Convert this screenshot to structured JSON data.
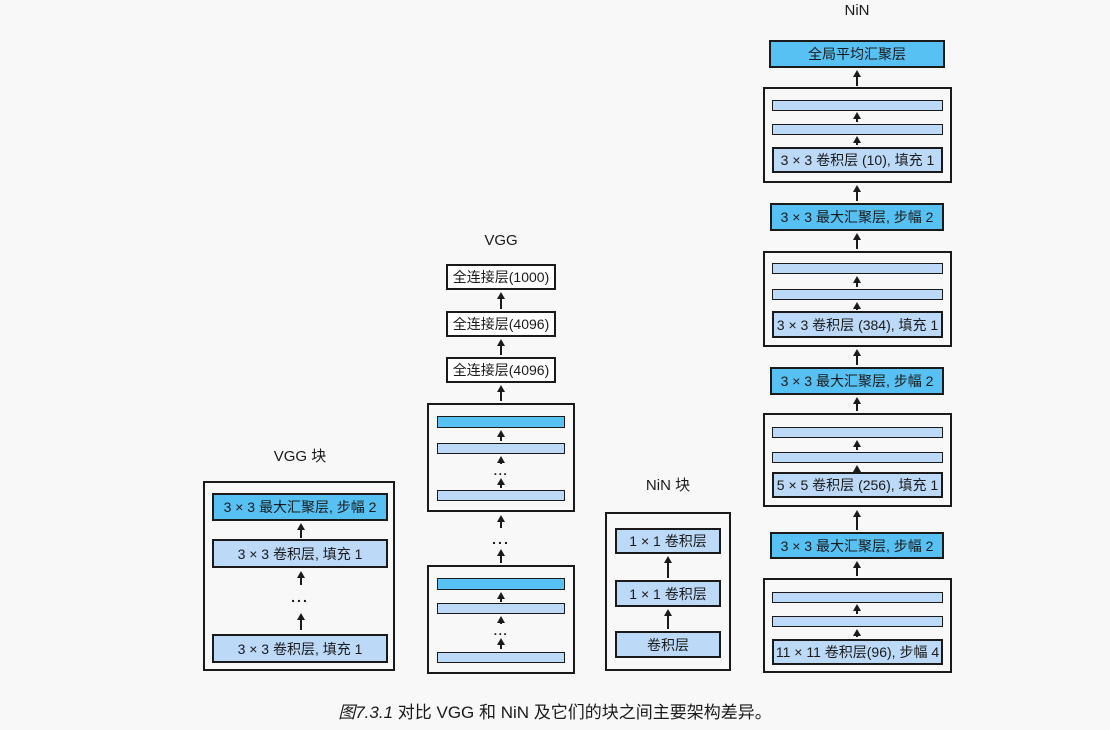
{
  "background": "#f8f8f8",
  "colors": {
    "pool_fill": "#57c1f3",
    "conv_fill": "#bcd9f7",
    "fc_fill": "#ffffff",
    "border": "#1a1a1a"
  },
  "ellipsis": "...",
  "vgg_block": {
    "title": "VGG 块",
    "pool": "3 × 3 最大汇聚层, 步幅 2",
    "conv": "3 × 3 卷积层, 填充 1"
  },
  "vgg": {
    "title": "VGG",
    "fc_top": "全连接层(1000)",
    "fc_mid": "全连接层(4096)",
    "fc_bottom": "全连接层(4096)"
  },
  "nin_block": {
    "title": "NiN 块",
    "conv_1x1": "1 × 1 卷积层",
    "conv": "卷积层"
  },
  "nin": {
    "title": "NiN",
    "global_pool": "全局平均汇聚层",
    "max_pool": "3 × 3 最大汇聚层, 步幅 2",
    "conv_block1": "3 × 3 卷积层 (10), 填充 1",
    "conv_block2": "3 × 3 卷积层 (384), 填充 1",
    "conv_block3": "5 × 5 卷积层 (256), 填充 1",
    "conv_block4": "11 × 11 卷积层(96), 步幅 4"
  },
  "caption": {
    "figure_label": "图7.3.1",
    "text": " 对比 VGG 和 NiN 及它们的块之间主要架构差异。"
  }
}
